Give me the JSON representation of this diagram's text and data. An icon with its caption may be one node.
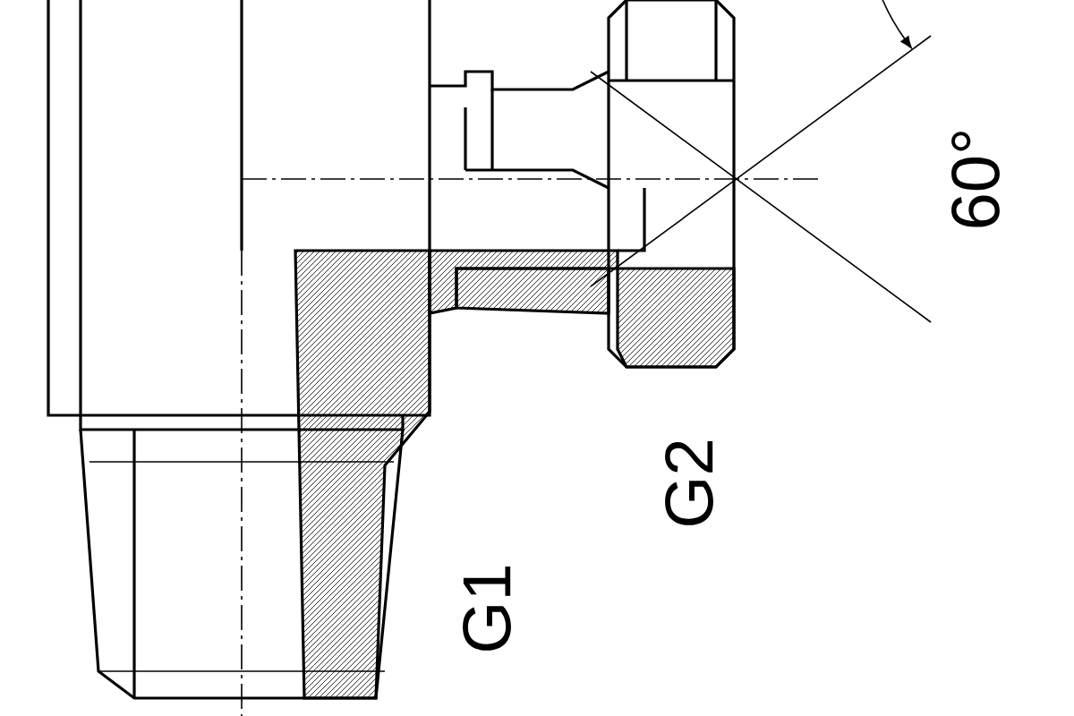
{
  "diagram": {
    "labels": [
      "60°",
      "G2",
      "G1"
    ]
  }
}
